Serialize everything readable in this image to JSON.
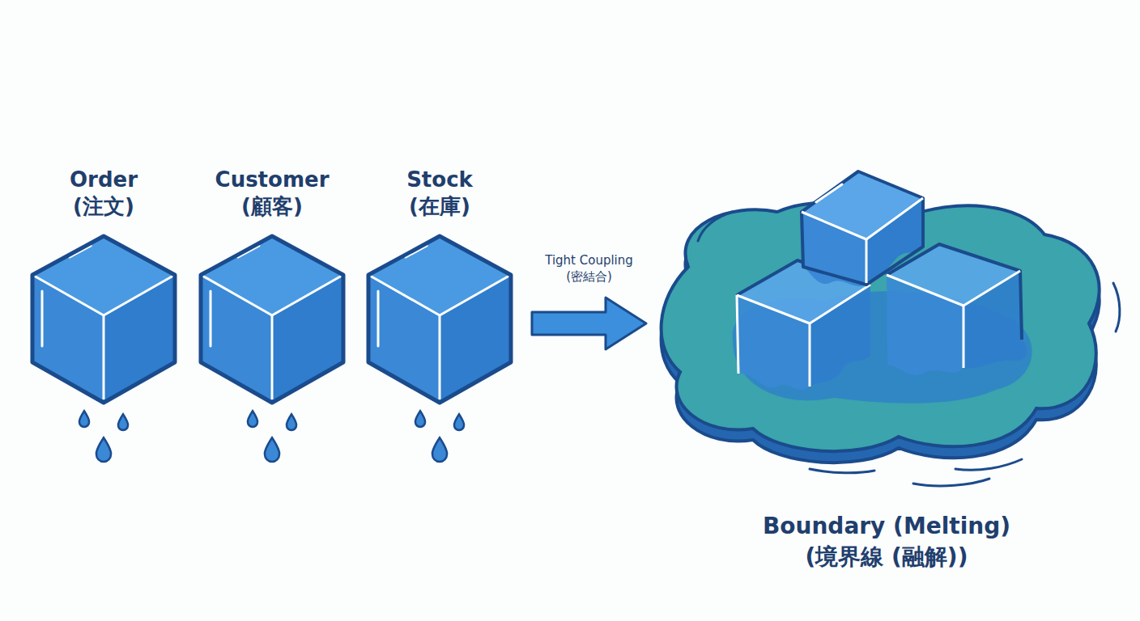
{
  "diagram": {
    "nodes": [
      {
        "text": [
          "Order (注文)"
        ]
      },
      {
        "text": [
          "Customer (顧客)"
        ]
      },
      {
        "text": [
          "Stock (在庫)"
        ]
      },
      {
        "text": [
          "Boundary (Melting) (境界線 (融解))"
        ]
      }
    ],
    "edges": [
      {
        "from": 2,
        "to": 3,
        "arrow": "to",
        "label": "Tight Coupling (密結合)"
      }
    ]
  }
}
